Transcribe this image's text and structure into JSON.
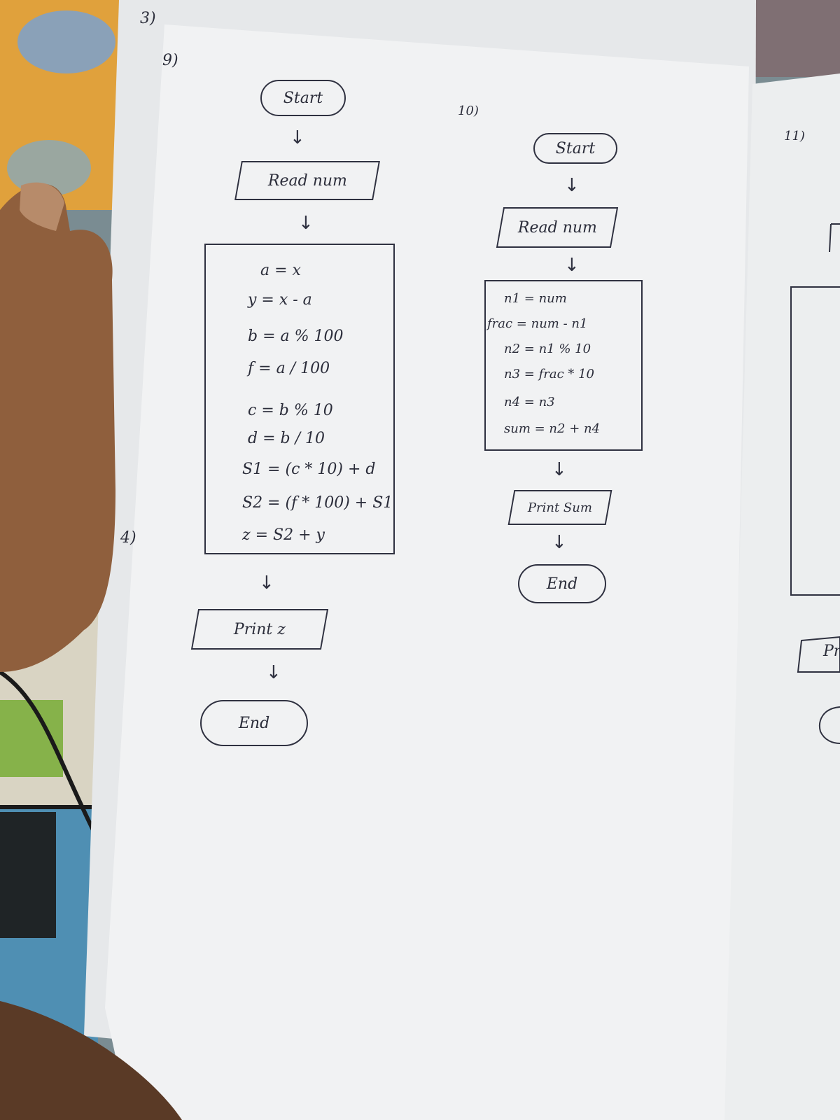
{
  "page_labels": {
    "top_left": "3)",
    "question_9": "9)",
    "question_10": "10)",
    "question_11": "11)",
    "margin_4": "4)"
  },
  "flowchart_9": {
    "start": "Start",
    "input": "Read num",
    "process_lines": [
      "a = x",
      "y = x - a",
      "b = a % 100",
      "f = a / 100",
      "c = b % 10",
      "d = b / 10",
      "S1 = (c * 10) + d",
      "S2 = (f * 100) + S1",
      "z = S2 + y"
    ],
    "output": "Print z",
    "end": "End"
  },
  "flowchart_10": {
    "start": "Start",
    "input": "Read num",
    "process_lines": [
      "n1 = num",
      "frac = num - n1",
      "n2 = n1 % 10",
      "n3 = frac * 10",
      "n4 = n3",
      "sum = n2 + n4"
    ],
    "output": "Print Sum",
    "end": "End"
  },
  "partial_right": {
    "output_fragment": "Pr"
  },
  "colors": {
    "ink": "#2b2d3a",
    "paper": "#f2f3f4",
    "paper_shadow": "#e2e4e6",
    "skin": "#9a6a45",
    "fabric_orange": "#e0a13c"
  }
}
